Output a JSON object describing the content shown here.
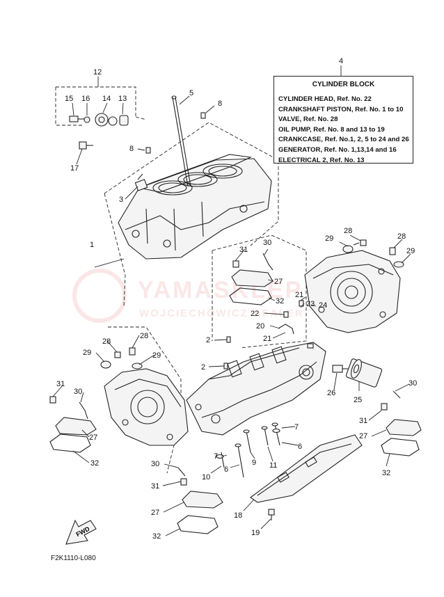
{
  "legend": {
    "title": "CYLINDER BLOCK",
    "lines": [
      "CYLINDER HEAD, Ref. No. 22",
      "CRANKSHAFT PISTON, Ref. No. 1 to 10",
      "VALVE, Ref. No. 28",
      "OIL PUMP, Ref. No. 8 and 13 to 19",
      "CRANKCASE, Ref. No.1, 2, 5 to 24 and 26",
      "GENERATOR, Ref. No. 1,13,14 and 16",
      "ELECTRICAL 2, Ref. No. 13"
    ]
  },
  "figure_code": "F2K1110-L080",
  "watermark": {
    "title": "YAMASKLEP",
    "subtitle": "WOJCIECHOWICZ DEALER"
  },
  "fwd_label": "FWD",
  "callouts": [
    {
      "id": "c1",
      "label": "1"
    },
    {
      "id": "c2a",
      "label": "2"
    },
    {
      "id": "c2b",
      "label": "2"
    },
    {
      "id": "c3",
      "label": "3"
    },
    {
      "id": "c4",
      "label": "4"
    },
    {
      "id": "c5",
      "label": "5"
    },
    {
      "id": "c6a",
      "label": "6"
    },
    {
      "id": "c6b",
      "label": "6"
    },
    {
      "id": "c7a",
      "label": "7"
    },
    {
      "id": "c7b",
      "label": "7"
    },
    {
      "id": "c8a",
      "label": "8"
    },
    {
      "id": "c8b",
      "label": "8"
    },
    {
      "id": "c9",
      "label": "9"
    },
    {
      "id": "c10",
      "label": "10"
    },
    {
      "id": "c11",
      "label": "11"
    },
    {
      "id": "c12",
      "label": "12"
    },
    {
      "id": "c13",
      "label": "13"
    },
    {
      "id": "c14",
      "label": "14"
    },
    {
      "id": "c15",
      "label": "15"
    },
    {
      "id": "c16",
      "label": "16"
    },
    {
      "id": "c17",
      "label": "17"
    },
    {
      "id": "c18",
      "label": "18"
    },
    {
      "id": "c19",
      "label": "19"
    },
    {
      "id": "c20",
      "label": "20"
    },
    {
      "id": "c21a",
      "label": "21"
    },
    {
      "id": "c21b",
      "label": "21"
    },
    {
      "id": "c22",
      "label": "22"
    },
    {
      "id": "c23",
      "label": "23"
    },
    {
      "id": "c24",
      "label": "24"
    },
    {
      "id": "c25",
      "label": "25"
    },
    {
      "id": "c26",
      "label": "26"
    },
    {
      "id": "c27a",
      "label": "27"
    },
    {
      "id": "c27b",
      "label": "27"
    },
    {
      "id": "c27c",
      "label": "27"
    },
    {
      "id": "c27d",
      "label": "27"
    },
    {
      "id": "c28a",
      "label": "28"
    },
    {
      "id": "c28b",
      "label": "28"
    },
    {
      "id": "c28c",
      "label": "28"
    },
    {
      "id": "c28d",
      "label": "28"
    },
    {
      "id": "c29a",
      "label": "29"
    },
    {
      "id": "c29b",
      "label": "29"
    },
    {
      "id": "c29c",
      "label": "29"
    },
    {
      "id": "c29d",
      "label": "29"
    },
    {
      "id": "c30a",
      "label": "30"
    },
    {
      "id": "c30b",
      "label": "30"
    },
    {
      "id": "c30c",
      "label": "30"
    },
    {
      "id": "c30d",
      "label": "30"
    },
    {
      "id": "c31a",
      "label": "31"
    },
    {
      "id": "c31b",
      "label": "31"
    },
    {
      "id": "c31c",
      "label": "31"
    },
    {
      "id": "c31d",
      "label": "31"
    },
    {
      "id": "c32a",
      "label": "32"
    },
    {
      "id": "c32b",
      "label": "32"
    },
    {
      "id": "c32c",
      "label": "32"
    },
    {
      "id": "c32d",
      "label": "32"
    }
  ]
}
